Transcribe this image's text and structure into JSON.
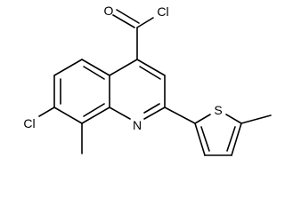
{
  "molecule": {
    "atoms": {
      "oxygen": "O",
      "chlorine_acyl": "Cl",
      "chlorine_ring": "Cl",
      "nitrogen": "N",
      "sulfur": "S"
    }
  },
  "colors": {
    "bond": "#000000",
    "background": "#ffffff"
  }
}
